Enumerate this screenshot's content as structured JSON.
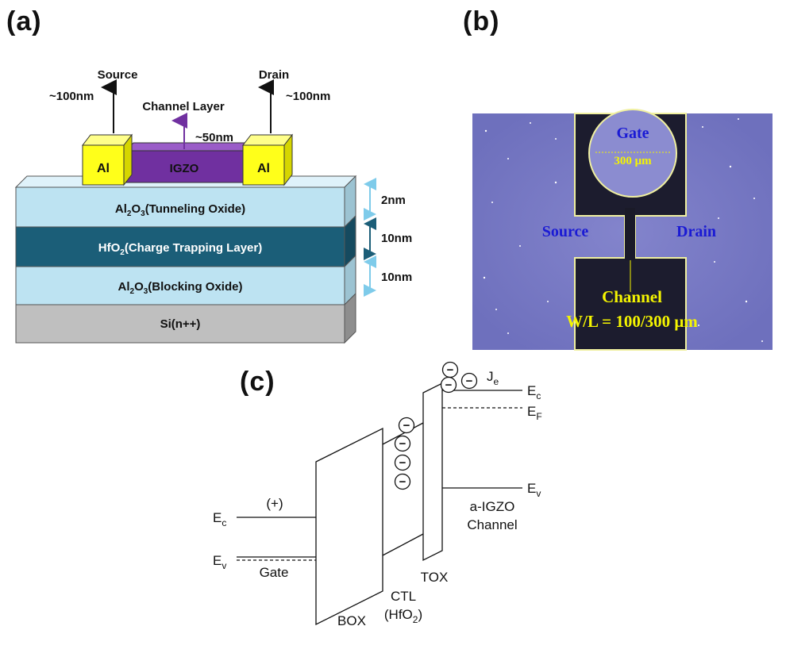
{
  "panels": {
    "a": "(a)",
    "b": "(b)",
    "c": "(c)"
  },
  "device": {
    "source_label": "Source",
    "drain_label": "Drain",
    "source_thickness": "~100nm",
    "drain_thickness": "~100nm",
    "channel_layer_label": "Channel Layer",
    "channel_thickness": "~50nm",
    "contact_left": "Al",
    "contact_right": "Al",
    "channel_material": "IGZO",
    "layers": {
      "tox": {
        "m1": "Al",
        "s1": "2",
        "m2": "O",
        "s2": "3",
        "rest": "(Tunneling Oxide)",
        "thickness": "2nm"
      },
      "ctl": {
        "m1": "HfO",
        "s1": "2",
        "rest": "(Charge Trapping Layer)",
        "thickness": "10nm"
      },
      "box": {
        "m1": "Al",
        "s1": "2",
        "m2": "O",
        "s2": "3",
        "rest": "(Blocking Oxide)",
        "thickness": "10nm"
      },
      "substrate": "Si(n++)"
    },
    "colors": {
      "contact": "#ffff1a",
      "igzo": "#7030a0",
      "tox": "#bde3f2",
      "ctl": "#1b5e78",
      "box": "#bde3f2",
      "substrate": "#bfbfbf",
      "channel_arrow": "#7030a0",
      "thickness_arrow_light": "#7ecbea",
      "thickness_arrow_dark": "#1b5e78"
    }
  },
  "micrograph": {
    "gate": "Gate",
    "gate_diameter": "300 μm",
    "source": "Source",
    "drain": "Drain",
    "channel": "Channel",
    "wl": "W/L = 100/300 μm",
    "colors": {
      "background": "#7a7bc6",
      "label_blue": "#1a1ad4",
      "label_yellow": "#f5f500",
      "metal_dark": "#1a1a2a"
    }
  },
  "band": {
    "gate_ec": "E",
    "gate_ec_sub": "c",
    "gate_ev": "E",
    "gate_ev_sub": "v",
    "plus": "(+)",
    "gate": "Gate",
    "box": "BOX",
    "ctl": "CTL",
    "hfo2": "(HfO",
    "hfo2_sub": "2",
    "hfo2_close": ")",
    "tox": "TOX",
    "ch_ec": "E",
    "ch_ec_sub": "c",
    "ch_ef": "E",
    "ch_ef_sub": "F",
    "ch_ev": "E",
    "ch_ev_sub": "v",
    "je": "J",
    "je_sub": "e",
    "igzo1": "a-IGZO",
    "igzo2": "Channel",
    "electron": "−"
  }
}
